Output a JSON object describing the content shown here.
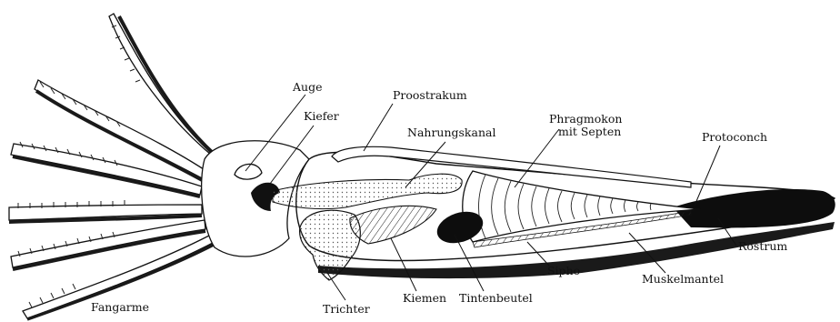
{
  "labels": {
    "auge": "Auge",
    "kiefer": "Kiefer",
    "proostrakum": "Proostrakum",
    "nahrungskanal": "Nahrungskanal",
    "phragmokon_line1": "Phragmokon",
    "phragmokon_line2": "mit Septen",
    "protoconch": "Protoconch",
    "rostrum": "Rostrum",
    "muskelmantel": "Muskelmantel",
    "sipho": "Sipho",
    "tintenbeutel": "Tintenbeutel",
    "kiemen": "Kiemen",
    "trichter": "Trichter",
    "fangarme": "Fangarme"
  },
  "colors": {
    "ink": "#111111",
    "paper": "#ffffff",
    "rostrum_fill": "#0d0d0d",
    "shadow": "#1a1a1a",
    "stipple": "#555555"
  }
}
